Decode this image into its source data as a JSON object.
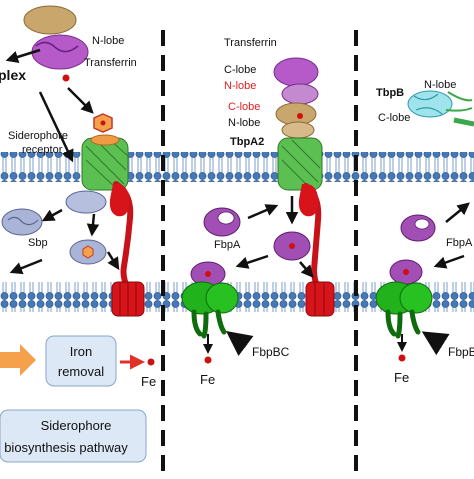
{
  "labels": {
    "n_lobe_1": "N-lobe",
    "transferrin_1": "Transferrin",
    "complex_partial": "plex",
    "siderophore_receptor_1": "Siderophore",
    "siderophore_receptor_2": "receptor",
    "sbp": "Sbp",
    "transferrin_2": "Transferrin",
    "c_lobe_1": "C-lobe",
    "n_lobe_red": "N-lobe",
    "c_lobe_red": "C-lobe",
    "n_lobe_2": "N-lobe",
    "tbpa2": "TbpA2",
    "fbpa_1": "FbpA",
    "fbpbc_1": "FbpBC",
    "fe_1": "Fe",
    "fe_2": "Fe",
    "tbpb": "TbpB",
    "n_lobe_3": "N-lobe",
    "c_lobe_3": "C-lobe",
    "fbpa_2": "FbpA",
    "fbpbc_2": "FbpB",
    "fe_3": "Fe",
    "iron_removal_1": "Iron",
    "iron_removal_2": "removal",
    "siderophore_box_1": "Siderophore",
    "siderophore_box_2": "biosynthesis pathway"
  },
  "colors": {
    "membrane": "#3a6ea5",
    "membrane_light": "#dfe9f5",
    "receptor_red": "#d7141a",
    "fbpbc_green": "#22b21c",
    "arrow_red": "#e0302a",
    "box_blue": "#dce8f5",
    "box_orange": "#f5a04a",
    "red_text": "#e02020"
  }
}
